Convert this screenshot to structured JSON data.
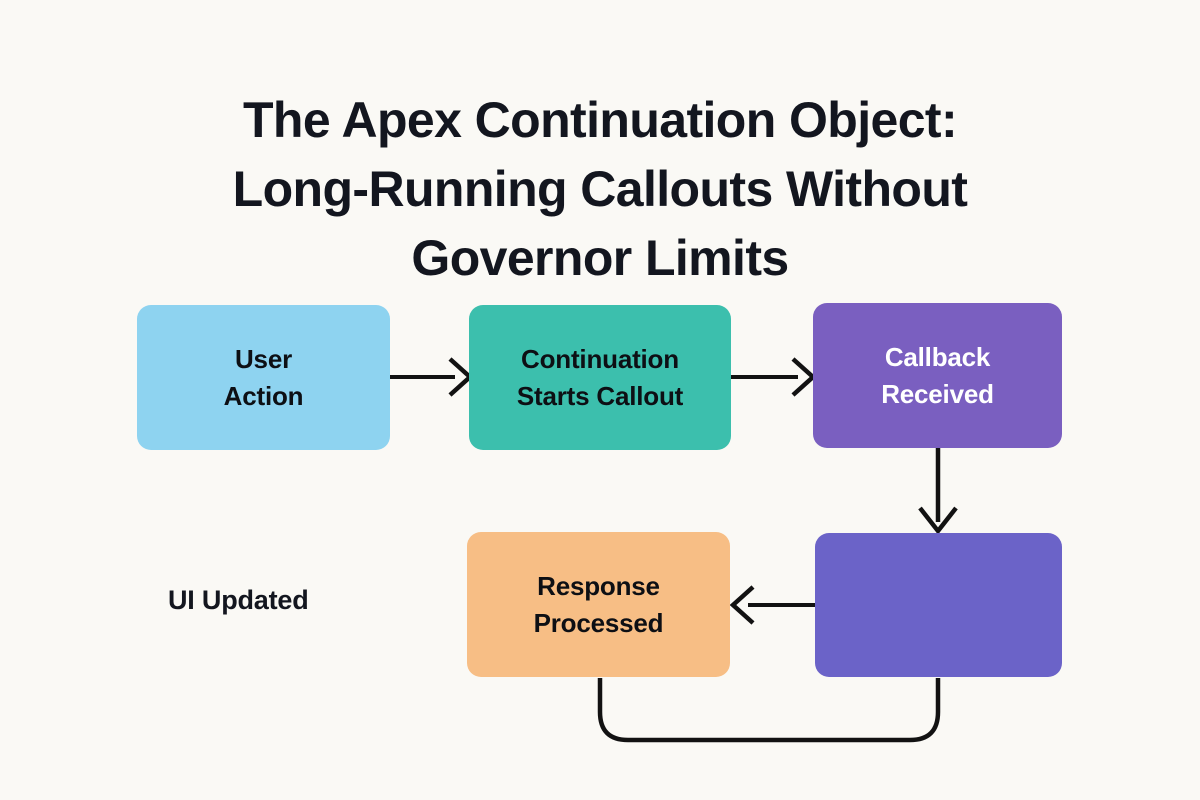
{
  "page": {
    "background_color": "#faf9f5",
    "text_color": "#13161f"
  },
  "title": {
    "text": "The Apex Continuation Object:\nLong-Running Callouts Without\nGovernor Limits",
    "lines": [
      "The Apex Continuation Object:",
      "Long-Running Callouts Without",
      "Governor Limits"
    ]
  },
  "diagram": {
    "type": "flowchart",
    "nodes": [
      {
        "id": "user-action",
        "label": "User\nAction",
        "fill": "#8ed3f0",
        "text_color": "#0d0f14"
      },
      {
        "id": "continuation-starts-callout",
        "label": "Continuation\nStarts Callout",
        "fill": "#3cbfad",
        "text_color": "#0d0f14"
      },
      {
        "id": "callback-received",
        "label": "Callback\nReceived",
        "fill": "#7a5fc0",
        "text_color": "#ffffff"
      },
      {
        "id": "response-processed",
        "label": "Response\nProcessed",
        "fill": "#f7be85",
        "text_color": "#0d0f14"
      },
      {
        "id": "ui-updated-box",
        "label": "",
        "fill": "#6b63c8",
        "text_color": "#ffffff"
      }
    ],
    "standalone_label": "UI Updated",
    "edge_color": "#121212",
    "edges": [
      {
        "from": "user-action",
        "to": "continuation-starts-callout",
        "style": "arrow-right"
      },
      {
        "from": "continuation-starts-callout",
        "to": "callback-received",
        "style": "arrow-right"
      },
      {
        "from": "callback-received",
        "to": "ui-updated-box",
        "style": "arrow-down"
      },
      {
        "from": "ui-updated-box",
        "to": "response-processed",
        "style": "arrow-left"
      },
      {
        "from": "response-processed",
        "to": "ui-updated-box",
        "style": "curve-bottom-loop"
      }
    ]
  }
}
